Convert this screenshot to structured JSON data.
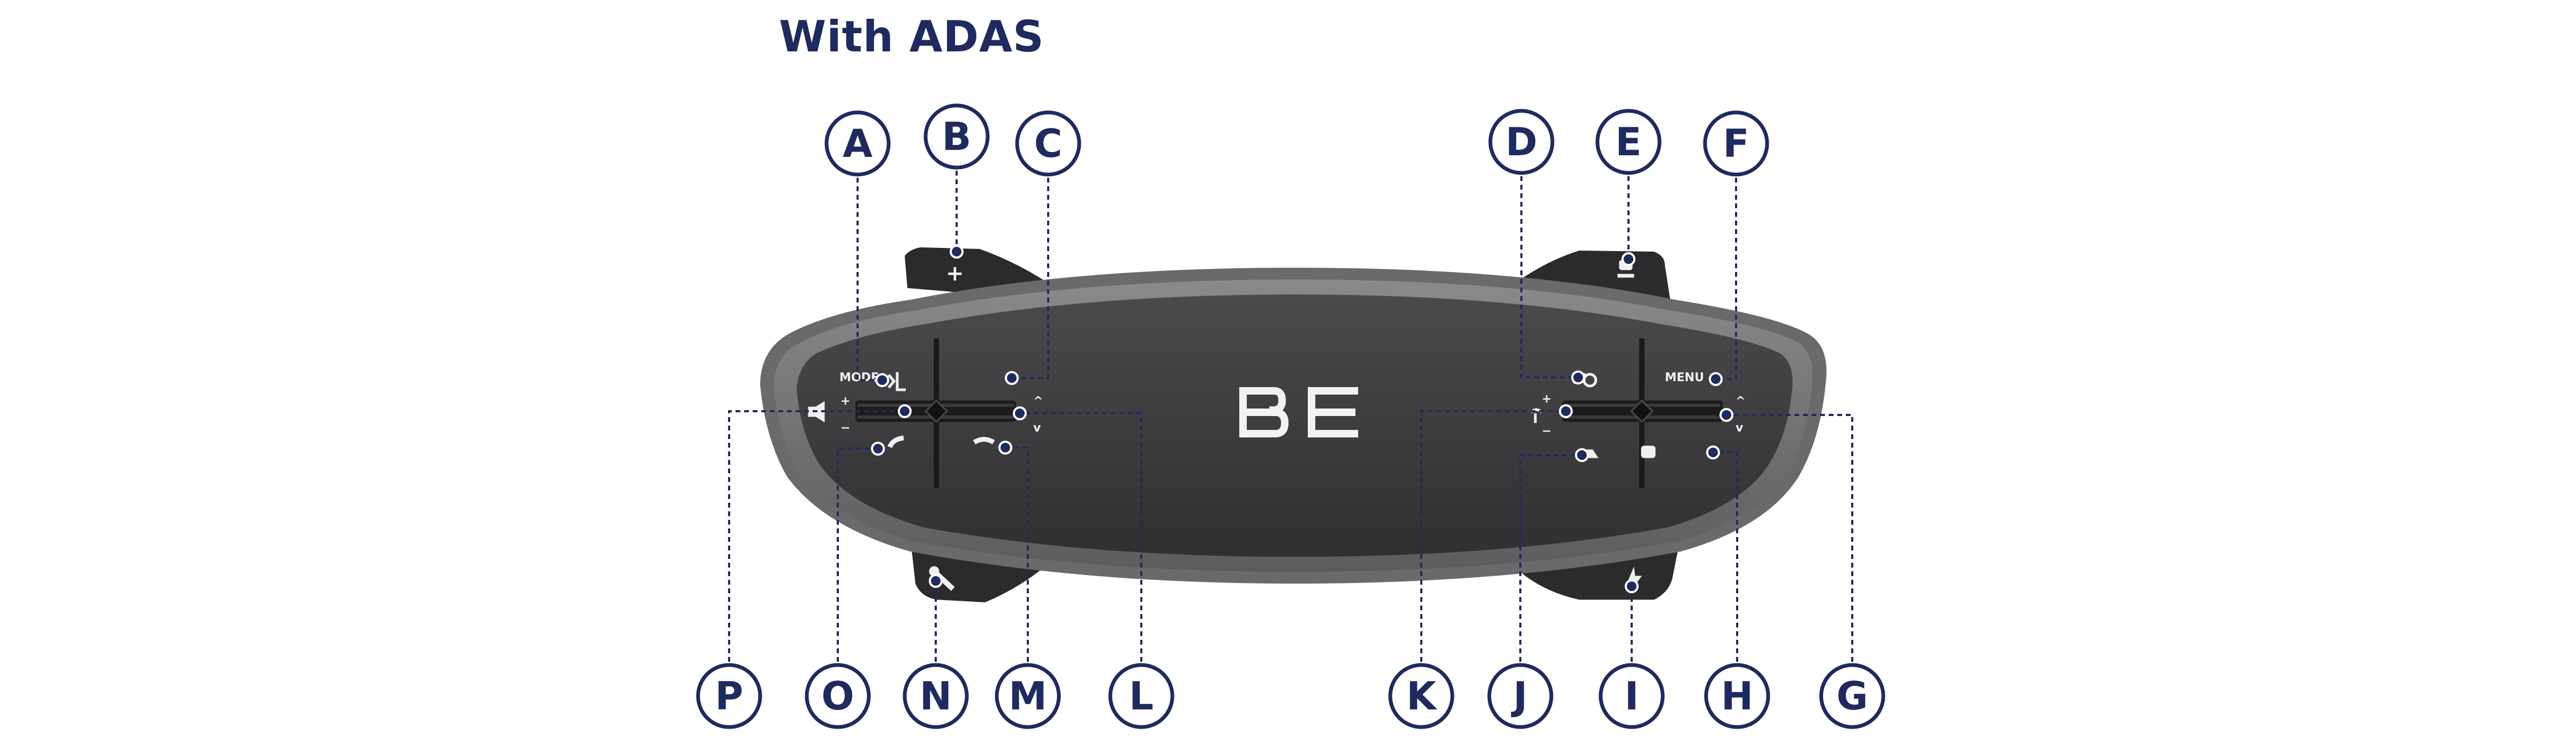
{
  "title": "With ADAS",
  "device": {
    "logo": "BE",
    "mode_label": "MODE",
    "menu_label": "MENU",
    "plus_symbol": "+",
    "minus_symbol": "−",
    "up_symbol": "^",
    "down_symbol": "v"
  },
  "callouts": [
    {
      "id": "A",
      "target": "voice-control-button"
    },
    {
      "id": "B",
      "target": "upper-left-plus-paddle"
    },
    {
      "id": "C",
      "target": "mode-button"
    },
    {
      "id": "D",
      "target": "speed-limiter-button"
    },
    {
      "id": "E",
      "target": "upper-right-minus-paddle"
    },
    {
      "id": "F",
      "target": "menu-button"
    },
    {
      "id": "G",
      "target": "menu-scroll-wheel"
    },
    {
      "id": "H",
      "target": "lane-assist-button"
    },
    {
      "id": "I",
      "target": "lower-right-regen-paddle"
    },
    {
      "id": "J",
      "target": "distance-button"
    },
    {
      "id": "K",
      "target": "cruise-scroll-wheel"
    },
    {
      "id": "L",
      "target": "mode-scroll-wheel"
    },
    {
      "id": "M",
      "target": "end-call-button"
    },
    {
      "id": "N",
      "target": "lower-left-paddle"
    },
    {
      "id": "O",
      "target": "answer-call-button"
    },
    {
      "id": "P",
      "target": "volume-scroll-wheel"
    }
  ],
  "colors": {
    "callout": "#1f2a5e",
    "body_dark": "#3b3b3d",
    "rim_light": "#7a7a7c",
    "rim_dark": "#5a5a5c",
    "paddle": "#2b2b2d"
  }
}
